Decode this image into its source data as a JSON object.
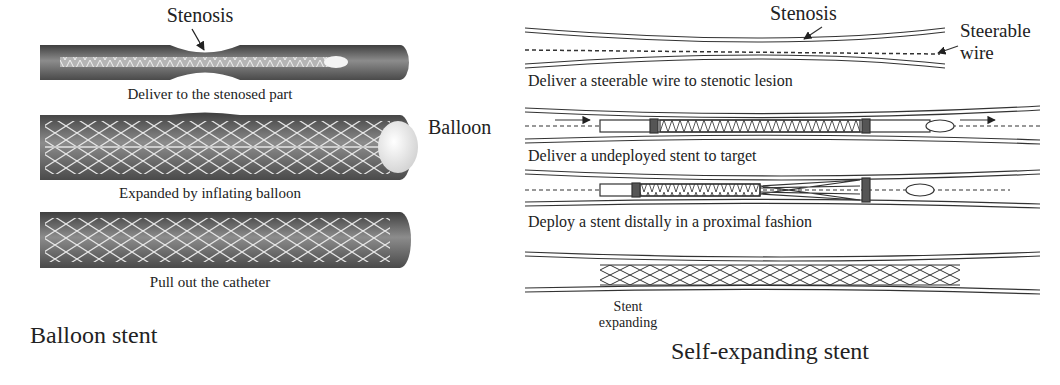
{
  "diagram": {
    "labels": [
      "Stenosis",
      "Deliver to the stenosed part",
      "Balloon",
      "Expanded by inflating balloon",
      "Pull out the catheter",
      "Balloon stent",
      "Stenosis",
      "Steerable wire",
      "Deliver a steerable wire to stenotic lesion",
      "Deliver a undeployed stent to target",
      "Deploy a stent distally in a proximal fashion",
      "Stent expanding",
      "Self-expanding stent"
    ]
  }
}
